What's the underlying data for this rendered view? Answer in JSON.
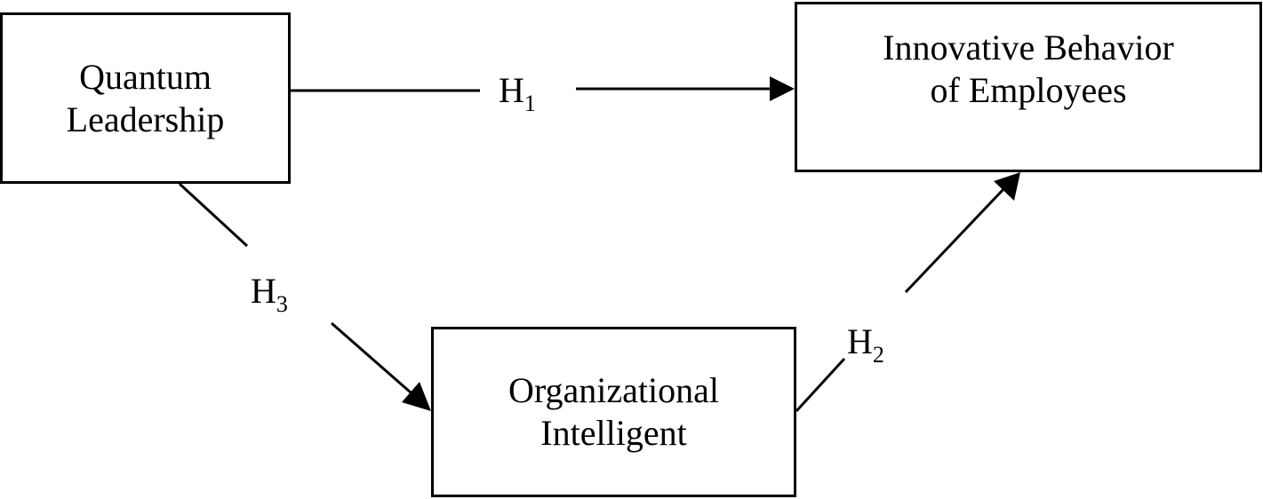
{
  "nodes": {
    "quantum_leadership": {
      "line1": "Quantum",
      "line2": "Leadership"
    },
    "innovative_behavior": {
      "line1": "Innovative Behavior",
      "line2": "of Employees"
    },
    "organizational_intelligent": {
      "line1": "Organizational",
      "line2": "Intelligent"
    }
  },
  "edges": {
    "h1": {
      "letter": "H",
      "index": "1",
      "from": "Quantum Leadership",
      "to": "Innovative Behavior of Employees"
    },
    "h2": {
      "letter": "H",
      "index": "2",
      "from": "Organizational Intelligent",
      "to": "Innovative Behavior of Employees"
    },
    "h3": {
      "letter": "H",
      "index": "3",
      "from": "Quantum Leadership",
      "to": "Organizational Intelligent"
    }
  },
  "colors": {
    "stroke": "#000000",
    "background": "#ffffff"
  }
}
